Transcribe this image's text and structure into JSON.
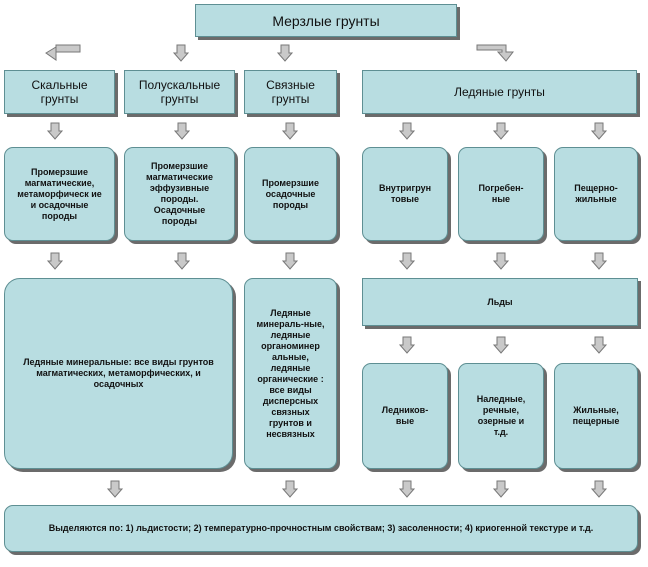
{
  "title": "Мерзлые грунты",
  "categories": {
    "rocky": "Скальные грунты",
    "semirocky": "Полускальные грунты",
    "cohesive": "Связные грунты",
    "ice": "Ледяные грунты"
  },
  "types": {
    "rocky": "Промерзшие магматические, метаморфическ ие и осадочные породы",
    "semirocky": "Промерзшие магматические эффузивные породы. Осадочные породы",
    "cohesive": "Промерзшие осадочные породы",
    "intraground": "Внутригрун товые",
    "buried": "Погребен-ные",
    "cave": "Пещерно-жильные"
  },
  "subtypes": {
    "mineral": "Ледяные минеральные: все виды грунтов магматических, метаморфических, и осадочных",
    "cohesive": "Ледяные минераль-ные, ледяные органоминер альные, ледяные органические : все виды дисперсных связных грунтов и несвязных",
    "ice": "Льды",
    "glacier": "Ледников-вые",
    "surface": "Наледные, речные, озерные и т.д.",
    "vein": "Жильные, пещерные"
  },
  "footer": "Выделяются по: 1) льдистости; 2) температурно-прочностным свойствам; 3) засоленности; 4) криогенной текстуре и т.д.",
  "colors": {
    "fill": "#b8dde1",
    "border": "#5e8f93",
    "shadow": "#6b6b6b"
  }
}
